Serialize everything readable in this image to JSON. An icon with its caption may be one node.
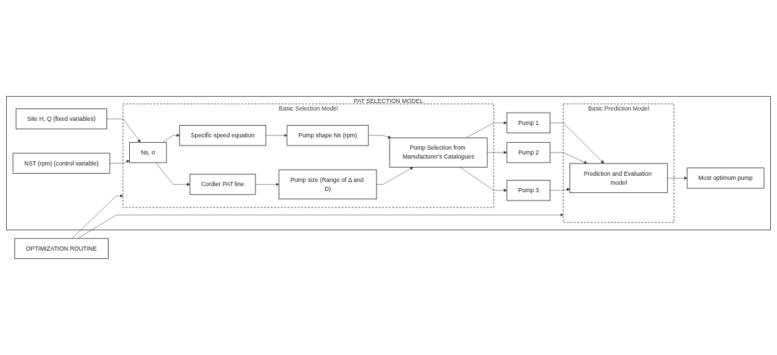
{
  "diagram": {
    "nodes": [
      {
        "text": [
          "PAT SELECTION MODEL"
        ]
      },
      {
        "text": [
          "Basic Selection Model"
        ],
        "in": 0
      },
      {
        "text": [
          "Basic Prediction Model"
        ],
        "in": 0
      },
      {
        "text": [
          "Site H, Q (fixed variables)"
        ],
        "in": 0
      },
      {
        "text": [
          "NST (rpm) (control variable)"
        ],
        "in": 0
      },
      {
        "text": [
          "Ns, σ"
        ],
        "in": 1
      },
      {
        "text": [
          "Specific speed equation"
        ],
        "in": 1
      },
      {
        "text": [
          "Cordier PAT line"
        ],
        "in": 1
      },
      {
        "text": [
          "Pump shape Ns (rpm)"
        ],
        "in": 1
      },
      {
        "text": [
          "Pump size (Range of Δ and D)"
        ],
        "in": 1
      },
      {
        "text": [
          "Pump Selection from Manufacturer's Catalogues"
        ],
        "in": 1
      },
      {
        "text": [
          "Pump 1"
        ],
        "in": 0
      },
      {
        "text": [
          "Pump 2"
        ],
        "in": 0
      },
      {
        "text": [
          "Pump 3"
        ],
        "in": 0
      },
      {
        "text": [
          "Prediction and Evaluation model"
        ],
        "in": 2
      },
      {
        "text": [
          "Most optimum pump"
        ],
        "in": 0
      },
      {
        "text": [
          "OPTIMIZATION ROUTINE"
        ]
      }
    ],
    "edges": [
      {
        "from": 3,
        "to": 5,
        "arrow": "to"
      },
      {
        "from": 4,
        "to": 5,
        "arrow": "to"
      },
      {
        "from": 5,
        "to": 6,
        "arrow": "to"
      },
      {
        "from": 5,
        "to": 7,
        "arrow": "to"
      },
      {
        "from": 6,
        "to": 8,
        "arrow": "to"
      },
      {
        "from": 7,
        "to": 9,
        "arrow": "to"
      },
      {
        "from": 8,
        "to": 10,
        "arrow": "to"
      },
      {
        "from": 9,
        "to": 10,
        "arrow": "to"
      },
      {
        "from": 10,
        "to": 11,
        "arrow": "to"
      },
      {
        "from": 10,
        "to": 12,
        "arrow": "to"
      },
      {
        "from": 10,
        "to": 13,
        "arrow": "to"
      },
      {
        "from": 11,
        "to": 14,
        "arrow": "to"
      },
      {
        "from": 12,
        "to": 14,
        "arrow": "to"
      },
      {
        "from": 13,
        "to": 14,
        "arrow": "to"
      },
      {
        "from": 14,
        "to": 15,
        "arrow": "to"
      },
      {
        "from": 16,
        "to": 1,
        "arrow": "to"
      },
      {
        "from": 16,
        "to": 2,
        "arrow": "to"
      }
    ]
  }
}
